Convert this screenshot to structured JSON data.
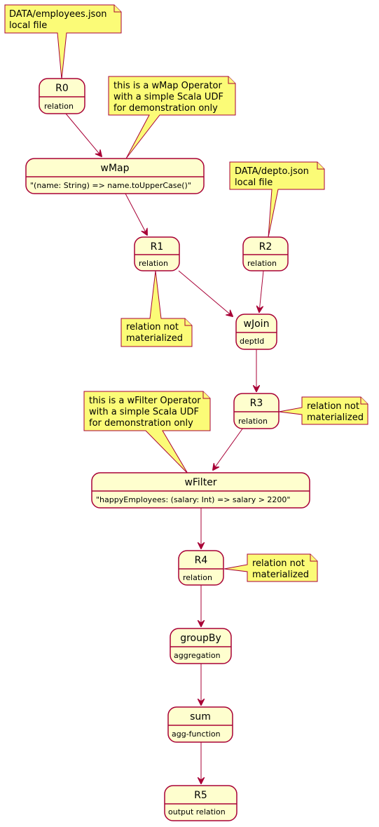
{
  "states": {
    "r0": {
      "title": "R0",
      "desc": "relation"
    },
    "wmap": {
      "title": "wMap",
      "desc": "\"(name: String) => name.toUpperCase()\""
    },
    "r1": {
      "title": "R1",
      "desc": "relation"
    },
    "r2": {
      "title": "R2",
      "desc": "relation"
    },
    "wjoin": {
      "title": "wJoin",
      "desc": "deptId"
    },
    "r3": {
      "title": "R3",
      "desc": "relation"
    },
    "wfilter": {
      "title": "wFilter",
      "desc": "\"happyEmployees: (salary: Int) => salary > 2200\""
    },
    "r4": {
      "title": "R4",
      "desc": "relation"
    },
    "groupby": {
      "title": "groupBy",
      "desc": "aggregation"
    },
    "sum": {
      "title": "sum",
      "desc": "agg-function"
    },
    "r5": {
      "title": "R5",
      "desc": "output relation"
    }
  },
  "notes": {
    "employees": [
      "DATA/employees.json",
      "local file"
    ],
    "wmap_note": [
      "this is a wMap Operator",
      "with a simple Scala UDF",
      "for demonstration only"
    ],
    "depto": [
      "DATA/depto.json",
      "local file"
    ],
    "r1_note": [
      "relation not",
      "materialized"
    ],
    "wfilter_note": [
      "this is a wFilter Operator",
      "with a simple Scala UDF",
      "for demonstration only"
    ],
    "r3_note": [
      "relation not",
      "materialized"
    ],
    "r4_note": [
      "relation not",
      "materialized"
    ]
  },
  "colors": {
    "state_fill": "#FEFECE",
    "border": "#A80036",
    "note_fill": "#FBFB77"
  }
}
